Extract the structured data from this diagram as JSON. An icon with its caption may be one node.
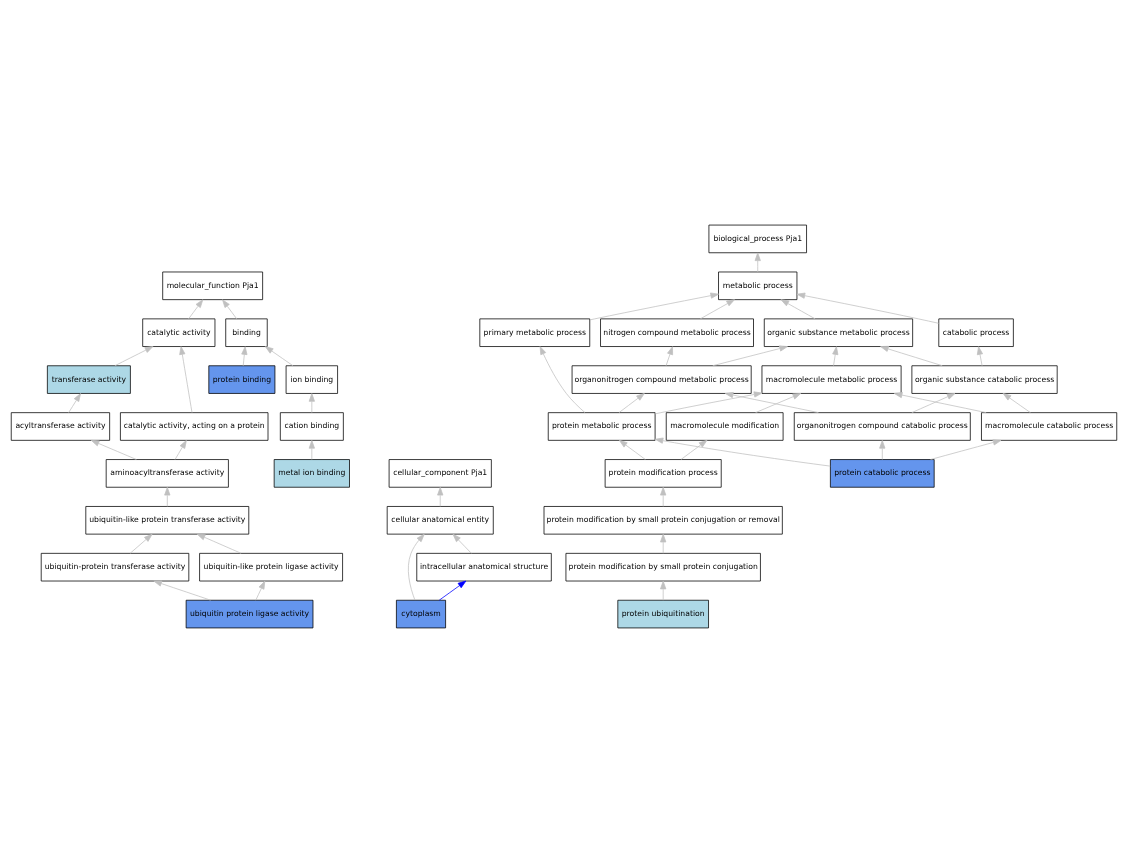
{
  "diagram": {
    "nodes": [
      {
        "text": [
          "molecular_function Pja1"
        ]
      },
      {
        "text": [
          "cellular_component Pja1"
        ]
      },
      {
        "text": [
          "biological_process Pja1"
        ]
      },
      {
        "text": [
          "catalytic activity"
        ]
      },
      {
        "text": [
          "binding"
        ]
      },
      {
        "text": [
          "cellular anatomical entity"
        ]
      },
      {
        "text": [
          "metabolic process"
        ]
      },
      {
        "text": [
          "transferase activity"
        ]
      },
      {
        "text": [
          "protein binding"
        ]
      },
      {
        "text": [
          "ion binding"
        ]
      },
      {
        "text": [
          "intracellular anatomical structure"
        ]
      },
      {
        "text": [
          "nitrogen compound metabolic process"
        ]
      },
      {
        "text": [
          "organic substance metabolic process"
        ]
      },
      {
        "text": [
          "catabolic process"
        ]
      },
      {
        "text": [
          "acyltransferase activity"
        ]
      },
      {
        "text": [
          "catalytic activity, acting on a protein"
        ]
      },
      {
        "text": [
          "cation binding"
        ]
      },
      {
        "text": [
          "cytoplasm"
        ]
      },
      {
        "text": [
          "primary metabolic process"
        ]
      },
      {
        "text": [
          "macromolecule metabolic process"
        ]
      },
      {
        "text": [
          "organonitrogen compound metabolic process"
        ]
      },
      {
        "text": [
          "organic substance catabolic process"
        ]
      },
      {
        "text": [
          "aminoacyltransferase activity"
        ]
      },
      {
        "text": [
          "metal ion binding"
        ]
      },
      {
        "text": [
          "macromolecule modification"
        ]
      },
      {
        "text": [
          "protein metabolic process"
        ]
      },
      {
        "text": [
          "macromolecule catabolic process"
        ]
      },
      {
        "text": [
          "organonitrogen compound catabolic process"
        ]
      },
      {
        "text": [
          "ubiquitin-like protein transferase activity"
        ]
      },
      {
        "text": [
          "protein modification process"
        ]
      },
      {
        "text": [
          "protein catabolic process"
        ]
      },
      {
        "text": [
          "ubiquitin-protein transferase activity"
        ]
      },
      {
        "text": [
          "ubiquitin-like protein ligase activity"
        ]
      },
      {
        "text": [
          "protein modification by small protein conjugation or removal"
        ]
      },
      {
        "text": [
          "ubiquitin protein ligase activity"
        ]
      },
      {
        "text": [
          "protein modification by small protein conjugation"
        ]
      },
      {
        "text": [
          "protein ubiquitination"
        ]
      }
    ],
    "edges": [
      {
        "from": 3,
        "to": 0,
        "arrow": "to"
      },
      {
        "from": 4,
        "to": 0,
        "arrow": "to"
      },
      {
        "from": 5,
        "to": 1,
        "arrow": "to"
      },
      {
        "from": 6,
        "to": 2,
        "arrow": "to"
      },
      {
        "from": 7,
        "to": 3,
        "arrow": "to"
      },
      {
        "from": 15,
        "to": 3,
        "arrow": "to"
      },
      {
        "from": 8,
        "to": 4,
        "arrow": "to"
      },
      {
        "from": 9,
        "to": 4,
        "arrow": "to"
      },
      {
        "from": 10,
        "to": 5,
        "arrow": "to"
      },
      {
        "from": 17,
        "to": 5,
        "arrow": "to"
      },
      {
        "from": 17,
        "to": 10,
        "arrow": "to",
        "color": "#0000ff"
      },
      {
        "from": 11,
        "to": 6,
        "arrow": "to"
      },
      {
        "from": 12,
        "to": 6,
        "arrow": "to"
      },
      {
        "from": 13,
        "to": 6,
        "arrow": "to"
      },
      {
        "from": 18,
        "to": 6,
        "arrow": "to"
      },
      {
        "from": 14,
        "to": 7,
        "arrow": "to"
      },
      {
        "from": 16,
        "to": 9,
        "arrow": "to"
      },
      {
        "from": 19,
        "to": 12,
        "arrow": "to"
      },
      {
        "from": 20,
        "to": 11,
        "arrow": "to"
      },
      {
        "from": 20,
        "to": 12,
        "arrow": "to"
      },
      {
        "from": 21,
        "to": 12,
        "arrow": "to"
      },
      {
        "from": 21,
        "to": 13,
        "arrow": "to"
      },
      {
        "from": 22,
        "to": 14,
        "arrow": "to"
      },
      {
        "from": 22,
        "to": 15,
        "arrow": "to"
      },
      {
        "from": 23,
        "to": 16,
        "arrow": "to"
      },
      {
        "from": 24,
        "to": 19,
        "arrow": "to"
      },
      {
        "from": 25,
        "to": 18,
        "arrow": "to"
      },
      {
        "from": 25,
        "to": 19,
        "arrow": "to"
      },
      {
        "from": 25,
        "to": 20,
        "arrow": "to"
      },
      {
        "from": 26,
        "to": 19,
        "arrow": "to"
      },
      {
        "from": 26,
        "to": 21,
        "arrow": "to"
      },
      {
        "from": 27,
        "to": 20,
        "arrow": "to"
      },
      {
        "from": 27,
        "to": 21,
        "arrow": "to"
      },
      {
        "from": 28,
        "to": 22,
        "arrow": "to"
      },
      {
        "from": 29,
        "to": 24,
        "arrow": "to"
      },
      {
        "from": 29,
        "to": 25,
        "arrow": "to"
      },
      {
        "from": 30,
        "to": 25,
        "arrow": "to"
      },
      {
        "from": 30,
        "to": 26,
        "arrow": "to"
      },
      {
        "from": 30,
        "to": 27,
        "arrow": "to"
      },
      {
        "from": 31,
        "to": 28,
        "arrow": "to"
      },
      {
        "from": 32,
        "to": 28,
        "arrow": "to"
      },
      {
        "from": 33,
        "to": 29,
        "arrow": "to"
      },
      {
        "from": 34,
        "to": 31,
        "arrow": "to"
      },
      {
        "from": 34,
        "to": 32,
        "arrow": "to"
      },
      {
        "from": 35,
        "to": 33,
        "arrow": "to"
      },
      {
        "from": 36,
        "to": 35,
        "arrow": "to"
      }
    ]
  }
}
